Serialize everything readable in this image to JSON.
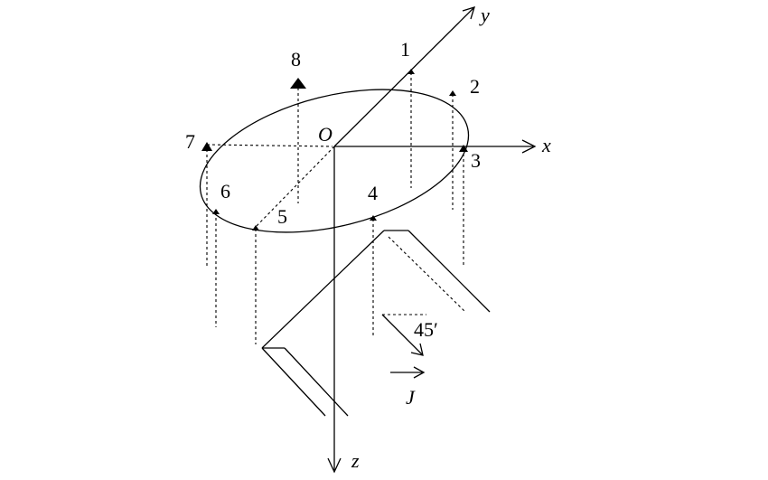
{
  "labels": {
    "origin": "O",
    "axis_x": "x",
    "axis_y": "y",
    "axis_z": "z",
    "point_1": "1",
    "point_2": "2",
    "point_3": "3",
    "point_4": "4",
    "point_5": "5",
    "point_6": "6",
    "point_7": "7",
    "point_8": "8",
    "angle": "45′",
    "current": "J"
  }
}
